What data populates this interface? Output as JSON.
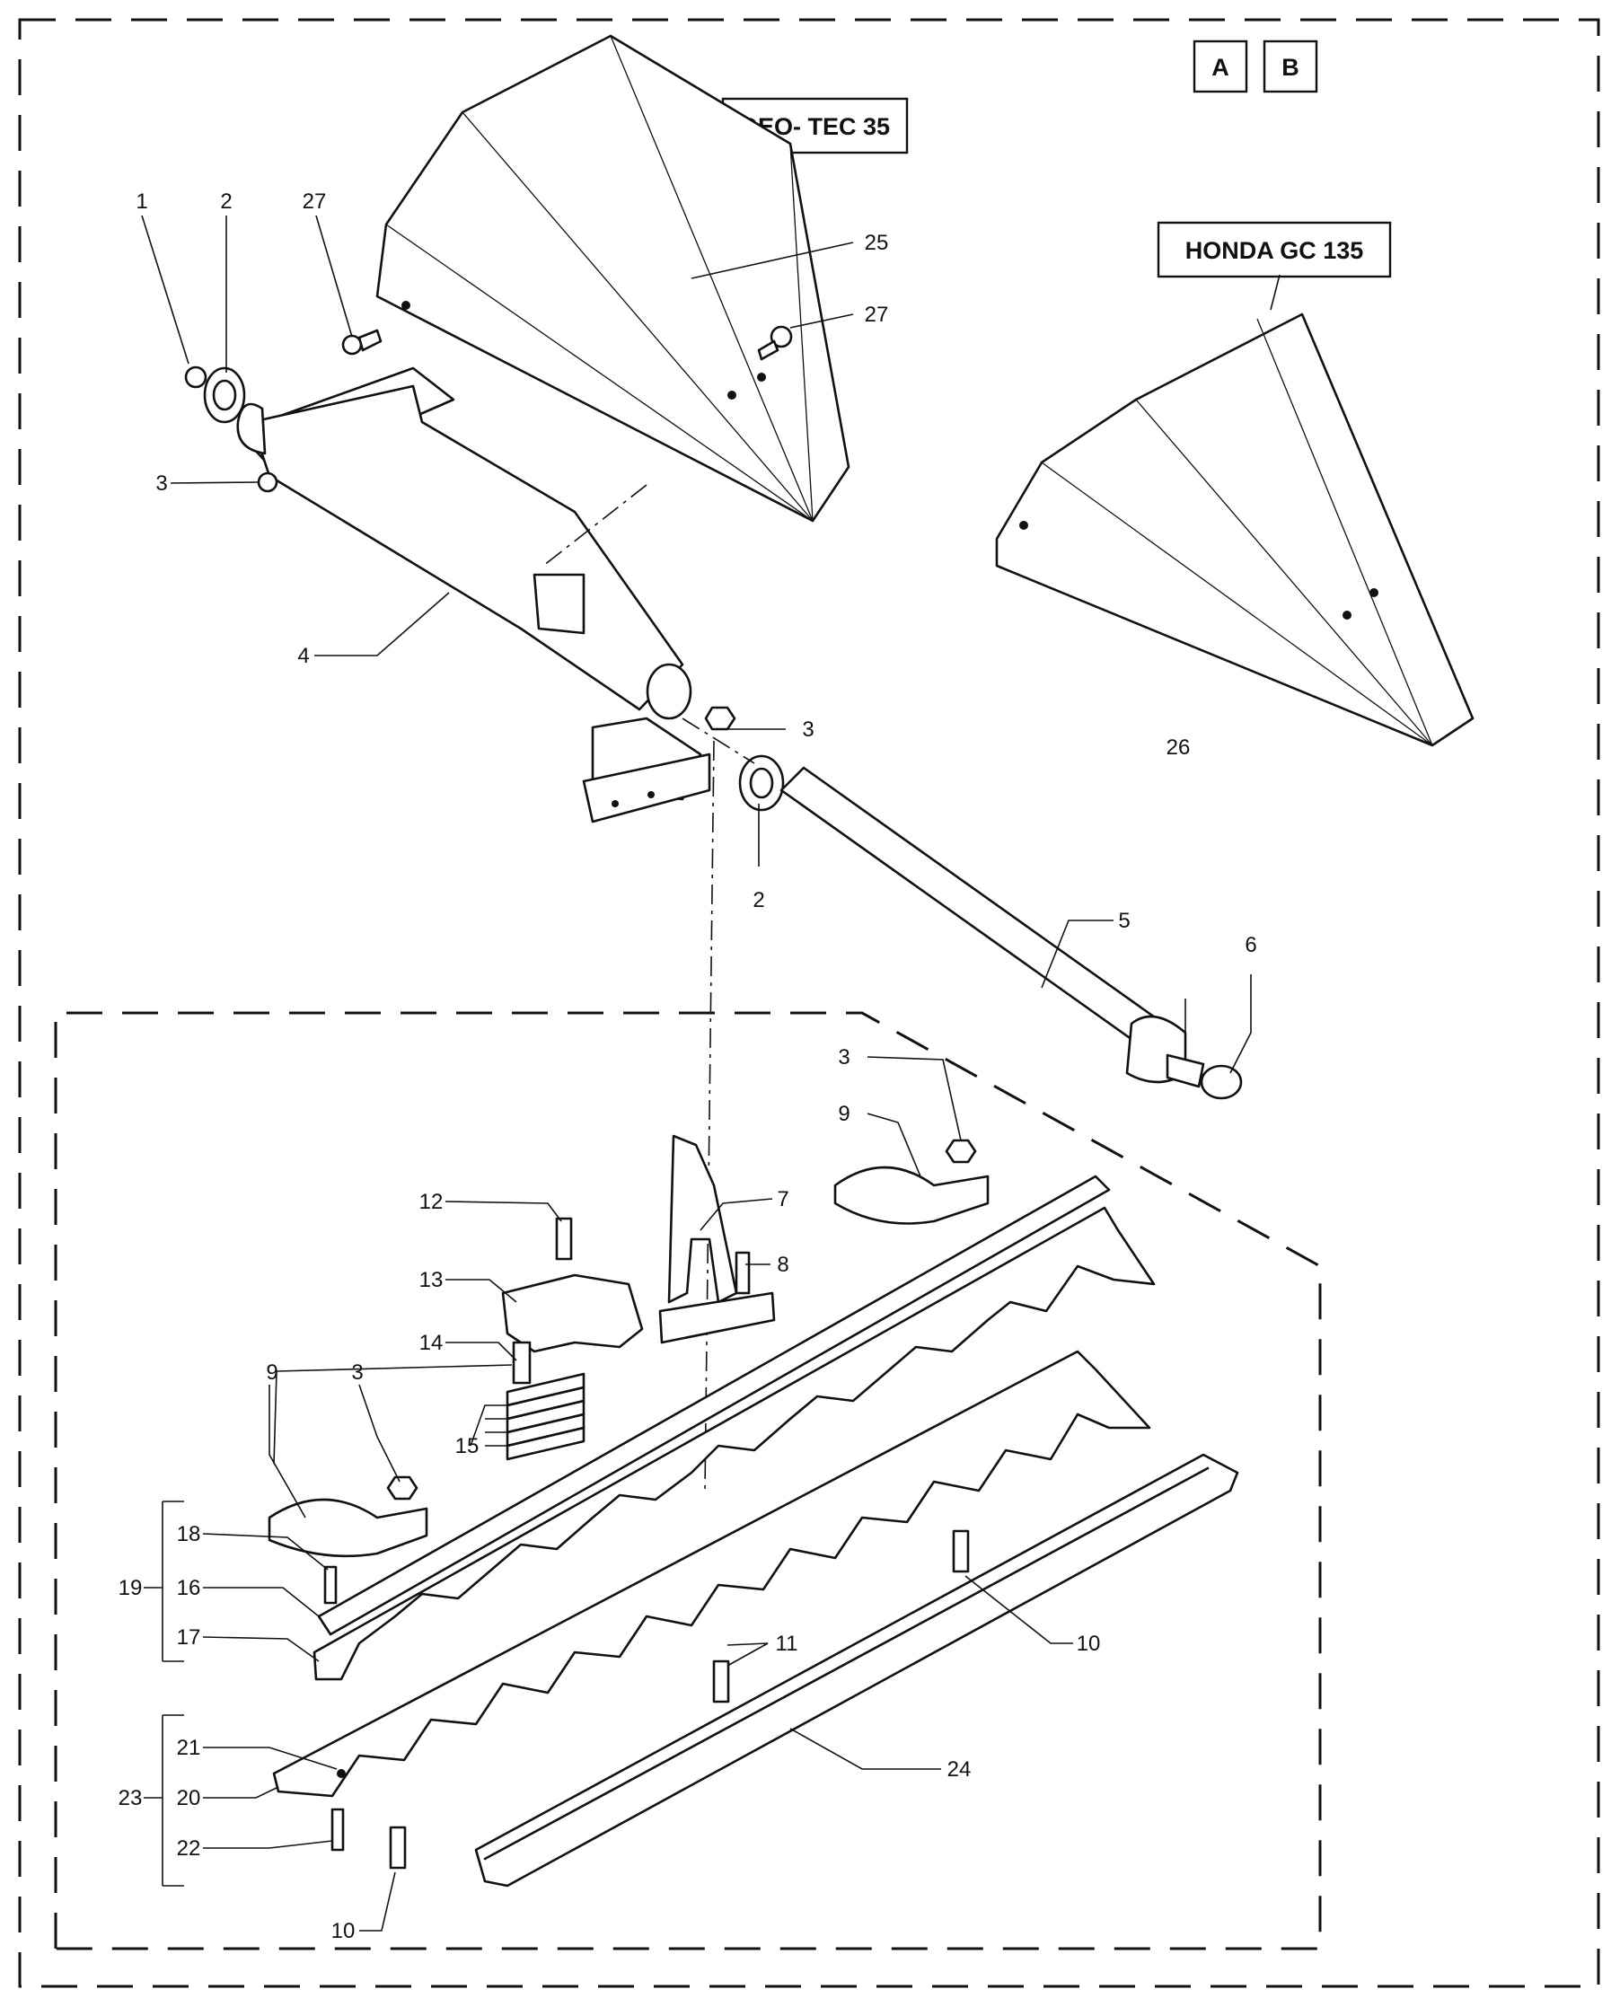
{
  "variant_badges": [
    "A",
    "B"
  ],
  "model_labels": {
    "geo_tec": "GEO- TEC 35",
    "honda": "HONDA GC 135"
  },
  "callouts": {
    "c1": "1",
    "c2a": "2",
    "c2b": "2",
    "c3a": "3",
    "c3b": "3",
    "c3c": "3",
    "c3d": "3",
    "c4": "4",
    "c5": "5",
    "c6": "6",
    "c7": "7",
    "c8": "8",
    "c9a": "9",
    "c9b": "9",
    "c10a": "10",
    "c10b": "10",
    "c11": "11",
    "c12": "12",
    "c13": "13",
    "c14": "14",
    "c15": "15",
    "c16": "16",
    "c17": "17",
    "c18": "18",
    "c19": "19",
    "c20": "20",
    "c21": "21",
    "c22": "22",
    "c23": "23",
    "c24": "24",
    "c25": "25",
    "c26": "26",
    "c27a": "27",
    "c27b": "27"
  }
}
